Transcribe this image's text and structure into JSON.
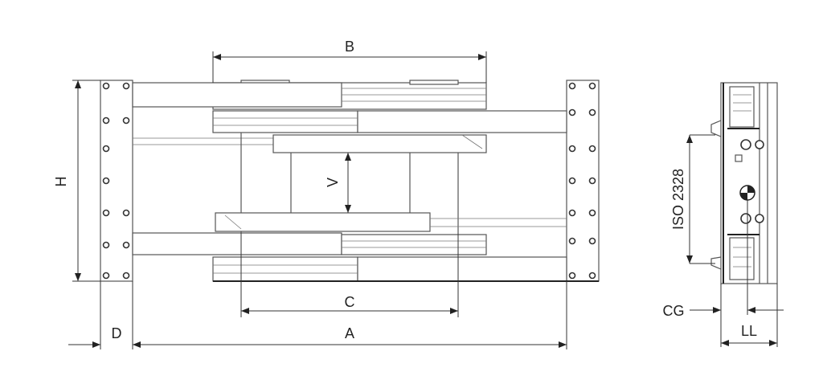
{
  "dimensions": {
    "B": "B",
    "H": "H",
    "V": "V",
    "C": "C",
    "D": "D",
    "A": "A",
    "ISO": "ISO 2328",
    "CG": "CG",
    "LL": "LL"
  }
}
